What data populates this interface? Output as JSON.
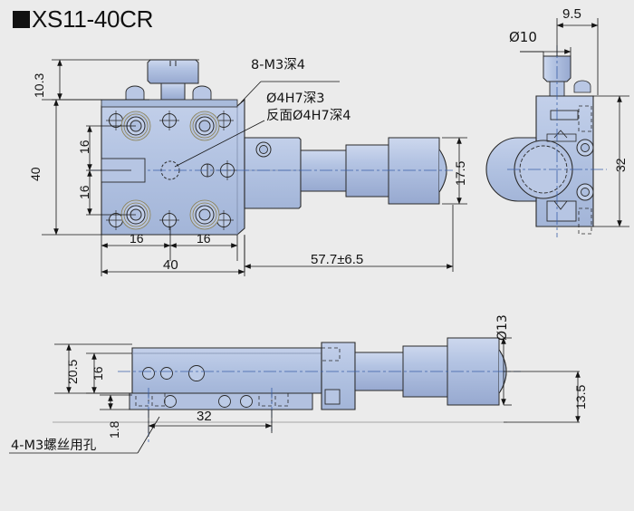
{
  "document": {
    "title": "XS11-40CR",
    "title_marker": "■",
    "background_color": "#ebebeb",
    "part_fill_color": "#afc0e0",
    "part_fill_color_dark": "#9aabcf",
    "line_color": "#2a2a2a",
    "dimension_color": "#141414"
  },
  "views": {
    "top_view": {
      "name": "top-view",
      "dimensions": {
        "height_offset": "10.3",
        "left_upper_16": "16",
        "left_lower_16": "16",
        "overall_height": "40",
        "bottom_left_16": "16",
        "bottom_right_16": "16",
        "overall_width": "40",
        "stroke_length": "57.7±6.5",
        "body_height": "17.5"
      },
      "annotations": {
        "thread_note": "8-M3深4",
        "dowel_note_line1": "Ø4H7深3",
        "dowel_note_line2": "反面Ø4H7深4"
      }
    },
    "side_view": {
      "name": "side-view",
      "dimensions": {
        "knob_diameter": "Ø10",
        "knob_offset": "9.5",
        "body_width": "32"
      }
    },
    "front_view": {
      "name": "front-view",
      "dimensions": {
        "overall_height": "20.5",
        "plate_height": "16",
        "base_thickness": "1.8",
        "hole_spacing": "32",
        "thimble_diameter": "Ø13",
        "axis_height": "13.5"
      },
      "annotations": {
        "screw_hole_note": "4-M3螺丝用孔"
      }
    }
  },
  "chart_data": {
    "type": "table",
    "title": "XS11-40CR",
    "categories": [
      "10.3",
      "16",
      "16",
      "40",
      "16",
      "16",
      "40",
      "57.7±6.5",
      "17.5",
      "9.5",
      "Ø10",
      "32",
      "20.5",
      "16",
      "1.8",
      "32",
      "Ø13",
      "13.5"
    ],
    "values": [
      10.3,
      16,
      16,
      40,
      16,
      16,
      40,
      57.7,
      17.5,
      9.5,
      10,
      32,
      20.5,
      16,
      1.8,
      32,
      13,
      13.5
    ]
  }
}
